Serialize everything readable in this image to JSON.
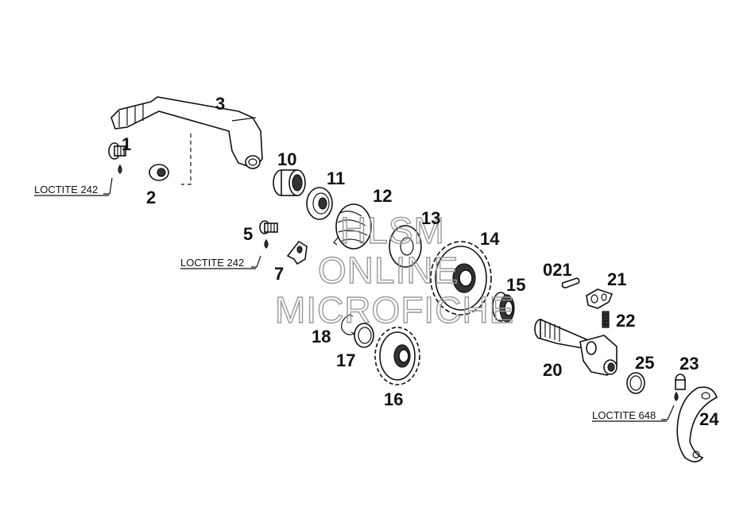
{
  "labels": {
    "p1": "1",
    "p2": "2",
    "p3": "3",
    "p5": "5",
    "p7": "7",
    "p10": "10",
    "p11": "11",
    "p12": "12",
    "p13": "13",
    "p14": "14",
    "p15": "15",
    "p16": "16",
    "p17": "17",
    "p18": "18",
    "p20": "20",
    "p021": "021",
    "p21": "21",
    "p22": "22",
    "p23": "23",
    "p24": "24",
    "p25": "25"
  },
  "loctite": {
    "a": "LOCTITE 242",
    "b": "LOCTITE 242",
    "c": "LOCTITE 648"
  },
  "watermark": {
    "line1": "HLSM",
    "line2": "ONLINE",
    "line3": "MICROFICHE"
  }
}
